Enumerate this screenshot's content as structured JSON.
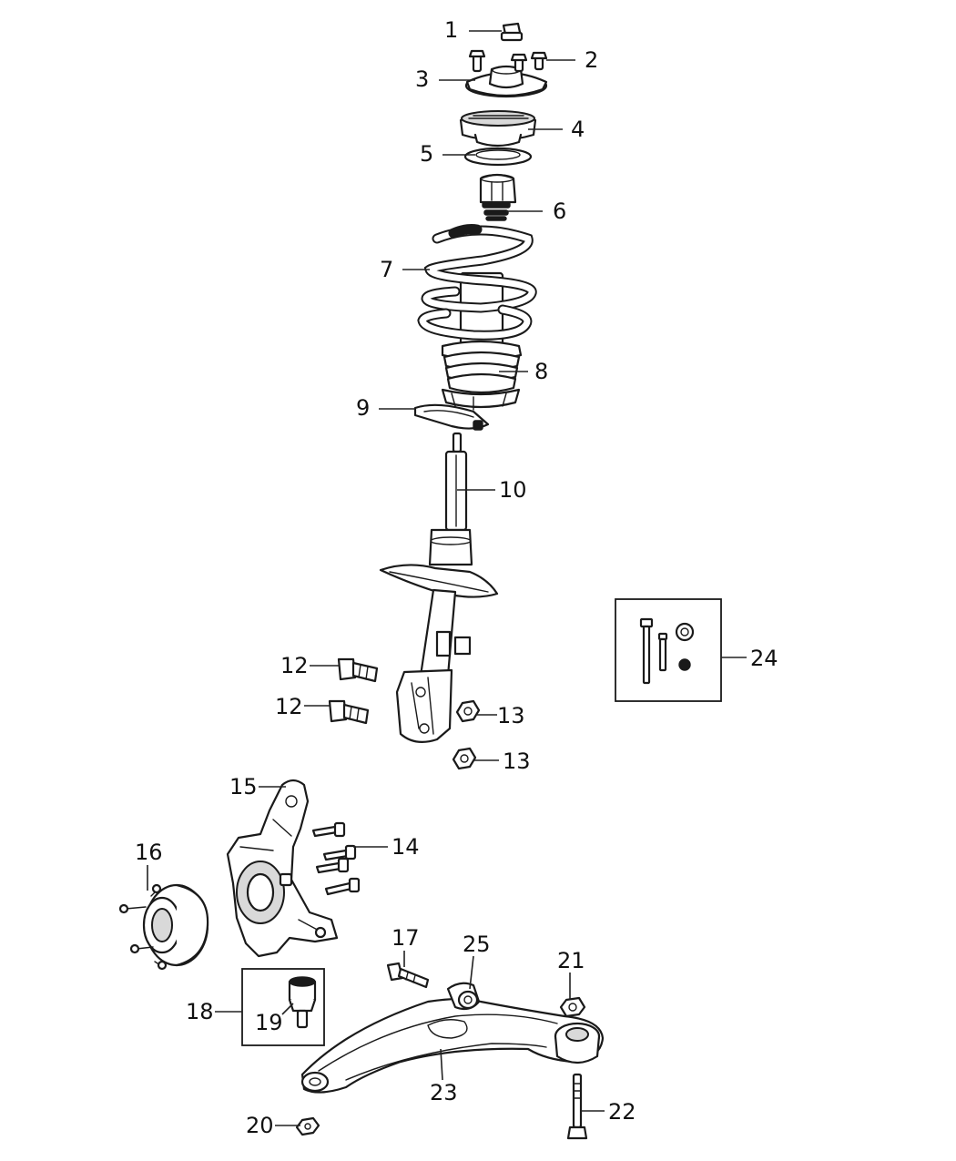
{
  "callouts": {
    "c1": "1",
    "c2": "2",
    "c3": "3",
    "c4": "4",
    "c5": "5",
    "c6": "6",
    "c7": "7",
    "c8": "8",
    "c9": "9",
    "c10": "10",
    "c12a": "12",
    "c12b": "12",
    "c13a": "13",
    "c13b": "13",
    "c14": "14",
    "c15": "15",
    "c16": "16",
    "c17": "17",
    "c18": "18",
    "c19": "19",
    "c20": "20",
    "c21": "21",
    "c22": "22",
    "c23": "23",
    "c24": "24",
    "c25": "25"
  },
  "colors": {
    "ink": "#1a1a1a",
    "background": "#ffffff",
    "shade": "#d9d9d9"
  }
}
